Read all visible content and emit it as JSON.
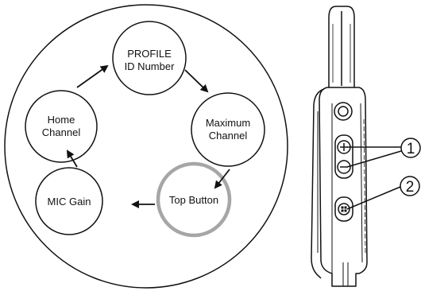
{
  "cycle": {
    "profile_id": {
      "line1": "PROFILE",
      "line2": "ID Number"
    },
    "maximum_channel": {
      "line1": "Maximum",
      "line2": "Channel"
    },
    "top_button": {
      "label": "Top Button"
    },
    "mic_gain": {
      "label": "MIC Gain"
    },
    "home_channel": {
      "line1": "Home",
      "line2": "Channel"
    }
  },
  "device": {
    "callouts": [
      "1",
      "2"
    ],
    "buttons": [
      "power-button",
      "volume-up-button",
      "volume-down-button",
      "menu-button"
    ]
  },
  "colors": {
    "line": "#111111",
    "highlight_ring": "#a6a6a6",
    "device_fill": "#ffffff"
  }
}
